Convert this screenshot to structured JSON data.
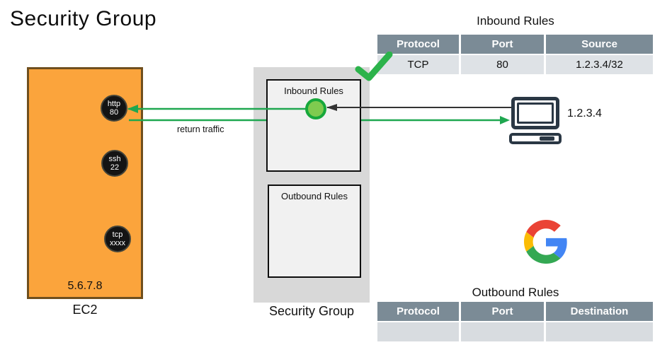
{
  "title": "Security Group",
  "ec2": {
    "label": "EC2",
    "ip": "5.6.7.8",
    "ports": [
      {
        "line1": "http",
        "line2": "80"
      },
      {
        "line1": "ssh",
        "line2": "22"
      },
      {
        "line1": "tcp",
        "line2": "xxxx"
      }
    ]
  },
  "security_group": {
    "label": "Security Group",
    "inbound_box_label": "Inbound Rules",
    "outbound_box_label": "Outbound Rules"
  },
  "client": {
    "ip": "1.2.3.4"
  },
  "annotations": {
    "return_traffic": "return traffic"
  },
  "icons": [
    "checkmark-icon",
    "computer-icon",
    "google-logo-icon"
  ],
  "inbound_table": {
    "title": "Inbound Rules",
    "headers": [
      "Protocol",
      "Port",
      "Source"
    ],
    "rows": [
      [
        "TCP",
        "80",
        "1.2.3.4/32"
      ]
    ]
  },
  "outbound_table": {
    "title": "Outbound Rules",
    "headers": [
      "Protocol",
      "Port",
      "Destination"
    ],
    "rows": [
      [
        "",
        "",
        ""
      ]
    ]
  },
  "colors": {
    "ec2_fill": "#FBA43C",
    "ec2_border": "#6F4F1E",
    "sg_container": "#D8D8D8",
    "table_header": "#7B8B96",
    "table_row": "#DEE2E6",
    "green_accent": "#1FA750",
    "green_circle_fill": "#7FCB4F",
    "checkmark_green": "#2CB34B",
    "icon_slate": "#2A3744"
  }
}
